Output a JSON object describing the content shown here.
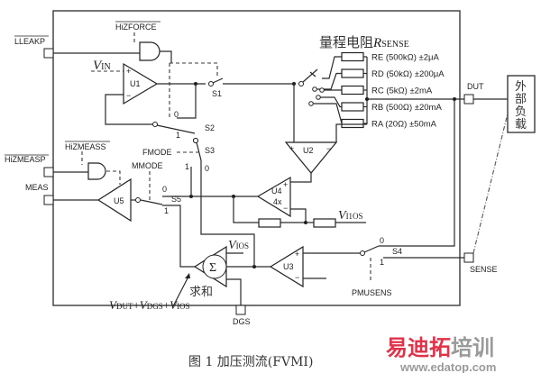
{
  "figure": {
    "caption": "图 1  加压测流(FVMI)",
    "watermark": {
      "title_part1": "易迪拓",
      "title_part2": "培训",
      "url": "www.edatop.com",
      "color_primary": "#e0334a",
      "color_secondary": "#9a9a9a"
    }
  },
  "pins": {
    "lleakp": "LLEAKP",
    "hizmeasp": "HiZMEASP",
    "meas": "MEAS",
    "dut": "DUT",
    "sense": "SENSE",
    "dgs": "DGS"
  },
  "gates": {
    "hizforce": "HiZFORCE",
    "hizmeass": "HiZMEASS"
  },
  "amplifiers": {
    "u1": "U1",
    "u2": "U2",
    "u3": "U3",
    "u4": "U4",
    "u4_gain": "4x",
    "u5": "U5",
    "plus": "+",
    "minus": "−"
  },
  "switches": {
    "s1": "S1",
    "s2": "S2",
    "s3": "S3",
    "s4": "S4",
    "s5": "S5",
    "pos0": "0",
    "pos1": "1"
  },
  "controls": {
    "fmode": "FMODE",
    "mmode": "MMODE",
    "pmusens": "PMUSENS"
  },
  "signals": {
    "vin_main": "V",
    "vin_sub": "IN",
    "vios_main": "V",
    "vios_sub": "IOS",
    "vi1os_main": "V",
    "vi1os_sub": "I1OS",
    "sum_expr": [
      {
        "main": "V",
        "sub": "DUT"
      },
      {
        "sep": "+"
      },
      {
        "main": "V",
        "sub": "DGS"
      },
      {
        "sep": "+"
      },
      {
        "main": "V",
        "sub": "IOS"
      }
    ],
    "sum_symbol": "Σ",
    "sum_label": "求和"
  },
  "range_resistors": {
    "title_cn": "量程电阻",
    "title_main": "R",
    "title_sub": "SENSE",
    "items": [
      {
        "name": "RE",
        "value": "(500kΩ)",
        "range": "±2μA"
      },
      {
        "name": "RD",
        "value": "(50kΩ)",
        "range": "±200μA"
      },
      {
        "name": "RC",
        "value": "(5kΩ)",
        "range": "±2mA"
      },
      {
        "name": "RB",
        "value": "(500Ω)",
        "range": "±20mA"
      },
      {
        "name": "RA",
        "value": "(20Ω)",
        "range": "±50mA"
      }
    ]
  },
  "external_load": {
    "chars": [
      "外",
      "部",
      "负",
      "载"
    ]
  }
}
